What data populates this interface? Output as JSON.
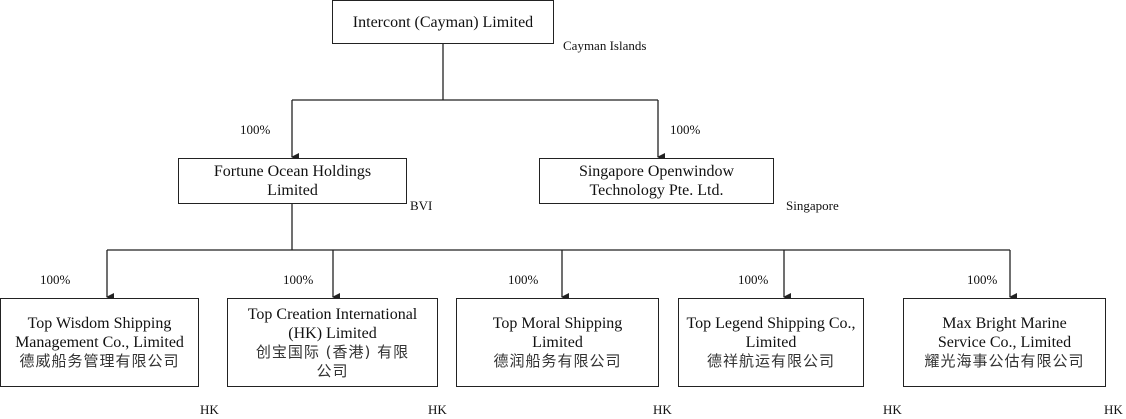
{
  "root": {
    "name": "Intercont (Cayman) Limited",
    "jurisdiction": "Cayman Islands"
  },
  "level1": [
    {
      "name_lines": [
        "Fortune Ocean Holdings",
        "Limited"
      ],
      "jurisdiction": "BVI",
      "ownership": "100%"
    },
    {
      "name_lines": [
        "Singapore Openwindow",
        "Technology Pte. Ltd."
      ],
      "jurisdiction": "Singapore",
      "ownership": "100%"
    }
  ],
  "level2": [
    {
      "name_lines": [
        "Top Wisdom Shipping",
        "Management Co., Limited"
      ],
      "cn_lines": [
        "德威船务管理有限公司"
      ],
      "jurisdiction": "HK",
      "ownership": "100%"
    },
    {
      "name_lines": [
        "Top Creation International",
        "(HK) Limited"
      ],
      "cn_lines": [
        "创宝国际 (香港) 有限",
        "公司"
      ],
      "jurisdiction": "HK",
      "ownership": "100%"
    },
    {
      "name_lines": [
        "Top Moral Shipping",
        "Limited"
      ],
      "cn_lines": [
        "德润船务有限公司"
      ],
      "jurisdiction": "HK",
      "ownership": "100%"
    },
    {
      "name_lines": [
        "Top Legend Shipping Co.,",
        "Limited"
      ],
      "cn_lines": [
        "德祥航运有限公司"
      ],
      "jurisdiction": "HK",
      "ownership": "100%"
    },
    {
      "name_lines": [
        "Max Bright Marine",
        "Service Co., Limited"
      ],
      "cn_lines": [
        "耀光海事公估有限公司"
      ],
      "jurisdiction": "HK",
      "ownership": "100%"
    }
  ]
}
